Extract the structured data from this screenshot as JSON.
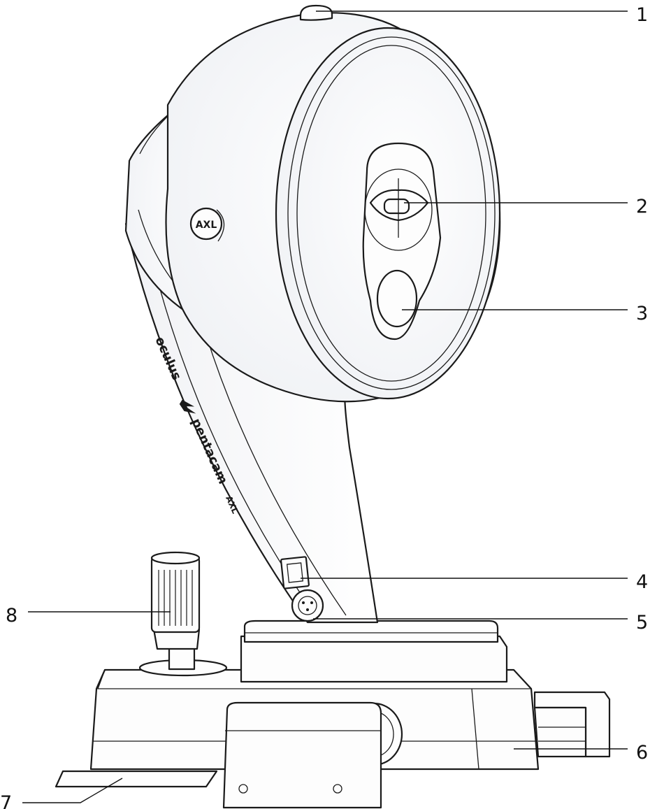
{
  "diagram": {
    "head_badge": "AXL",
    "column_branding": {
      "maker": "oculus",
      "product": "pentacam",
      "model": "AXL"
    },
    "callouts": [
      {
        "number": "1"
      },
      {
        "number": "2"
      },
      {
        "number": "3"
      },
      {
        "number": "4"
      },
      {
        "number": "5"
      },
      {
        "number": "6"
      },
      {
        "number": "7"
      },
      {
        "number": "8"
      }
    ]
  }
}
